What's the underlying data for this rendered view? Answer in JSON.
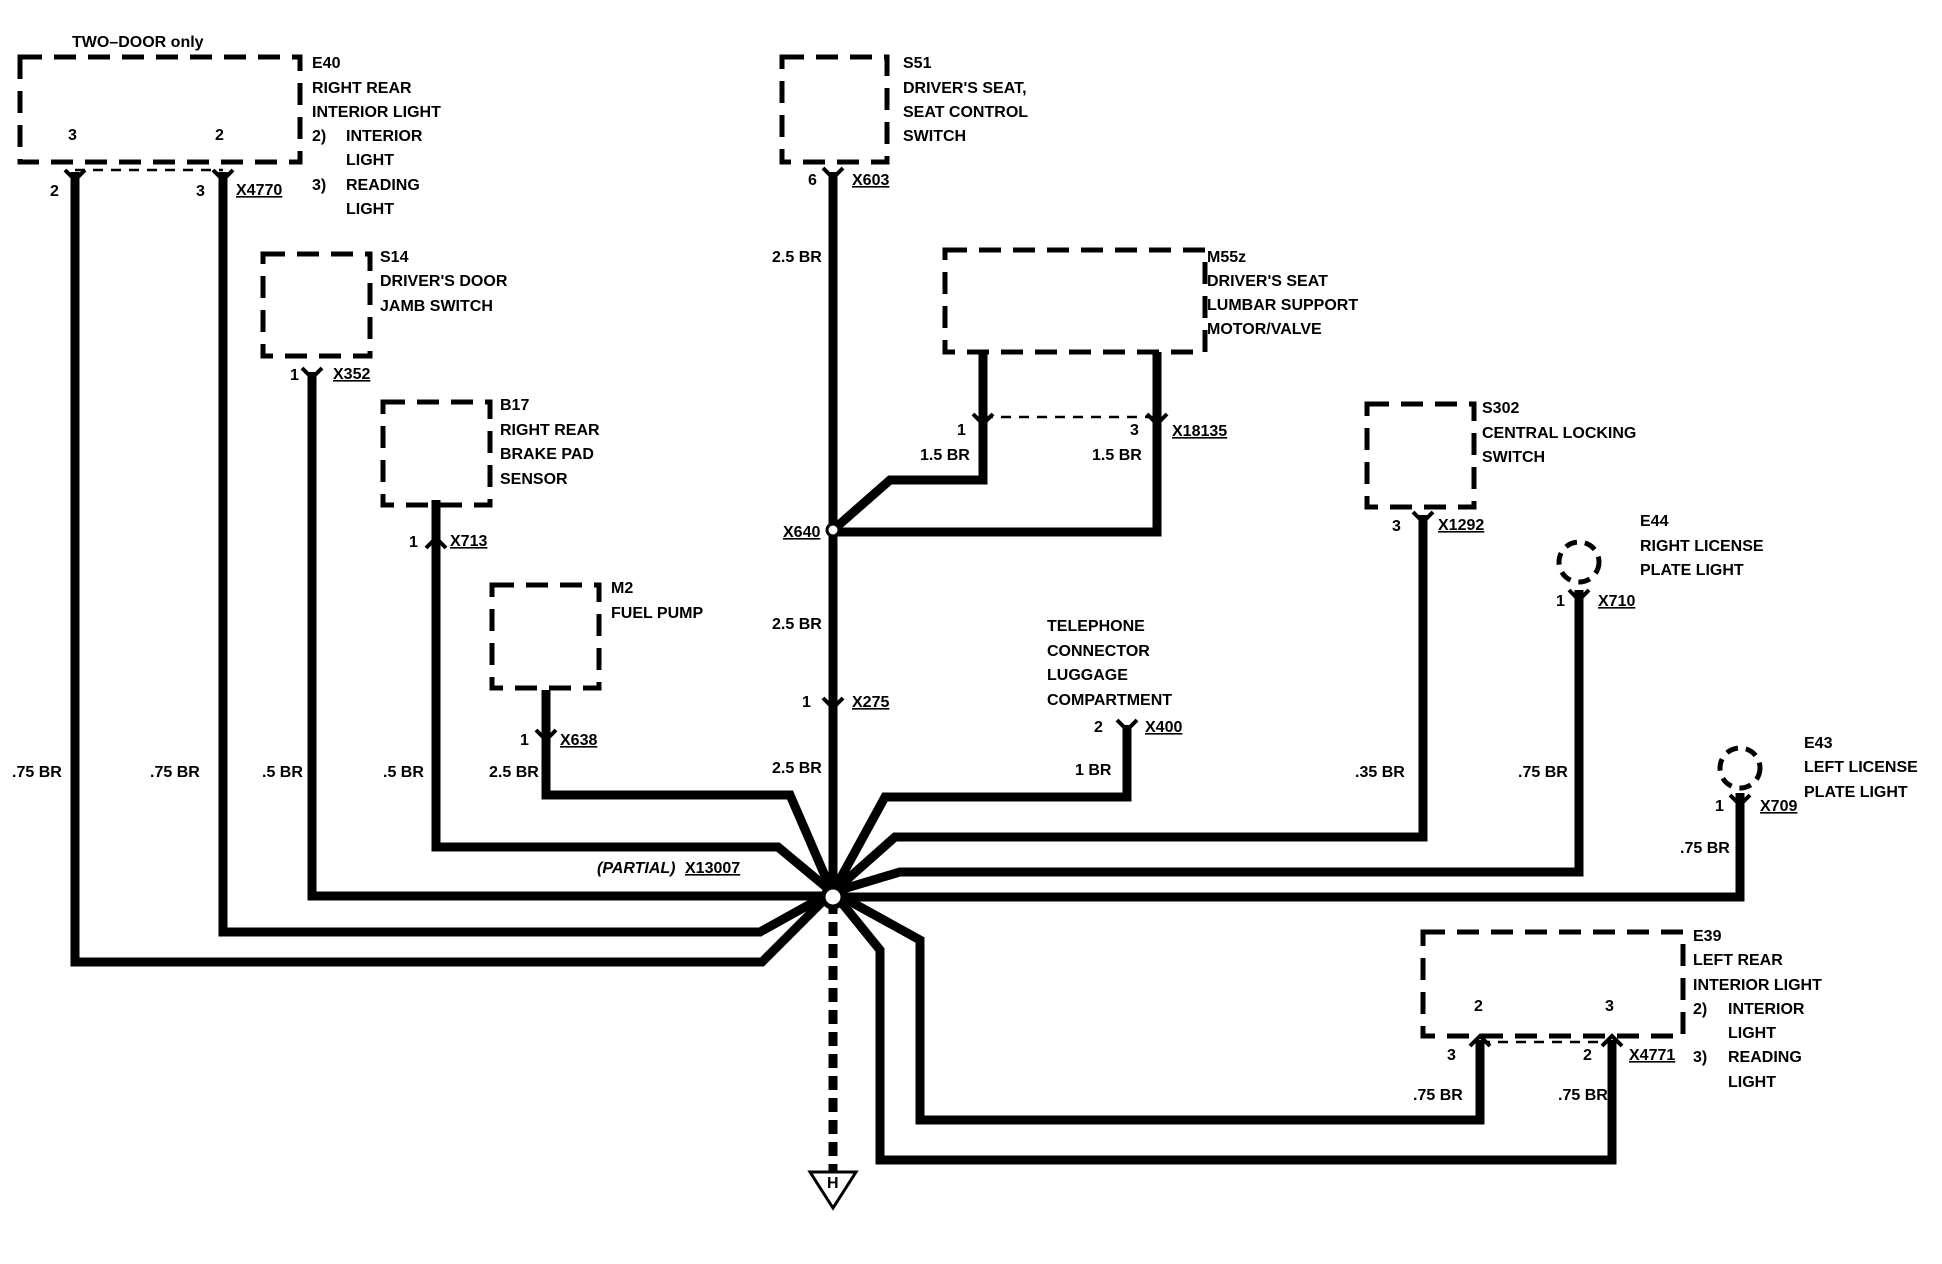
{
  "components": {
    "e40": {
      "note": "TWO–DOOR only",
      "id": "E40",
      "lines": [
        "RIGHT REAR",
        "INTERIOR LIGHT",
        "2)",
        "INTERIOR",
        "LIGHT",
        "3)",
        "READING",
        "LIGHT"
      ],
      "pin_a": "3",
      "pin_b": "2"
    },
    "s51": {
      "id": "S51",
      "lines": [
        "DRIVER'S SEAT,",
        "SEAT CONTROL",
        "SWITCH"
      ]
    },
    "m55z": {
      "id": "M55z",
      "lines": [
        "DRIVER'S SEAT",
        "LUMBAR SUPPORT",
        "MOTOR/VALVE"
      ]
    },
    "s14": {
      "id": "S14",
      "lines": [
        "DRIVER'S DOOR",
        "JAMB SWITCH"
      ]
    },
    "b17": {
      "id": "B17",
      "lines": [
        "RIGHT REAR",
        "BRAKE PAD",
        "SENSOR"
      ]
    },
    "m2": {
      "id": "M2",
      "lines": [
        "FUEL PUMP"
      ]
    },
    "s302": {
      "id": "S302",
      "lines": [
        "CENTRAL LOCKING",
        "SWITCH"
      ]
    },
    "e44": {
      "id": "E44",
      "lines": [
        "RIGHT LICENSE",
        "PLATE LIGHT"
      ]
    },
    "e43": {
      "id": "E43",
      "lines": [
        "LEFT LICENSE",
        "PLATE LIGHT"
      ]
    },
    "telephone": {
      "lines": [
        "TELEPHONE",
        "CONNECTOR",
        "LUGGAGE",
        "COMPARTMENT"
      ]
    },
    "e39": {
      "id": "E39",
      "lines": [
        "LEFT REAR",
        "INTERIOR LIGHT",
        "2)",
        "INTERIOR",
        "LIGHT",
        "3)",
        "READING",
        "LIGHT"
      ],
      "pin_a": "2",
      "pin_b": "3"
    }
  },
  "connectors": {
    "x4770": {
      "label": "X4770",
      "pin_a": "2",
      "pin_b": "3"
    },
    "x603": {
      "label": "X603",
      "pin": "6"
    },
    "x18135": {
      "label": "X18135",
      "pin_a": "1",
      "pin_b": "3"
    },
    "x352": {
      "label": "X352",
      "pin": "1"
    },
    "x713": {
      "label": "X713",
      "pin": "1"
    },
    "x638": {
      "label": "X638",
      "pin": "1"
    },
    "x640": {
      "label": "X640"
    },
    "x275": {
      "label": "X275",
      "pin": "1"
    },
    "x400": {
      "label": "X400",
      "pin": "2"
    },
    "x1292": {
      "label": "X1292",
      "pin": "3"
    },
    "x710": {
      "label": "X710",
      "pin": "1"
    },
    "x709": {
      "label": "X709",
      "pin": "1"
    },
    "x13007": {
      "label": "X13007",
      "prefix": "(PARTIAL)"
    },
    "x4771": {
      "label": "X4771",
      "pin_a": "3",
      "pin_b": "2"
    }
  },
  "wires": {
    "s51_top": "2.5 BR",
    "x640_to_x275": "2.5 BR",
    "x275_to_hub": "2.5 BR",
    "m55z_1": "1.5 BR",
    "m55z_3": "1.5 BR",
    "e40_2": ".75 BR",
    "e40_3": ".75  BR",
    "s14": ".5 BR",
    "b17": ".5 BR",
    "m2": "2.5 BR",
    "telephone": "1 BR",
    "s302": ".35 BR",
    "e44": ".75 BR",
    "e43": ".75 BR",
    "e39_3": ".75 BR",
    "e39_2": ".75 BR"
  },
  "ground": {
    "label": "H"
  }
}
